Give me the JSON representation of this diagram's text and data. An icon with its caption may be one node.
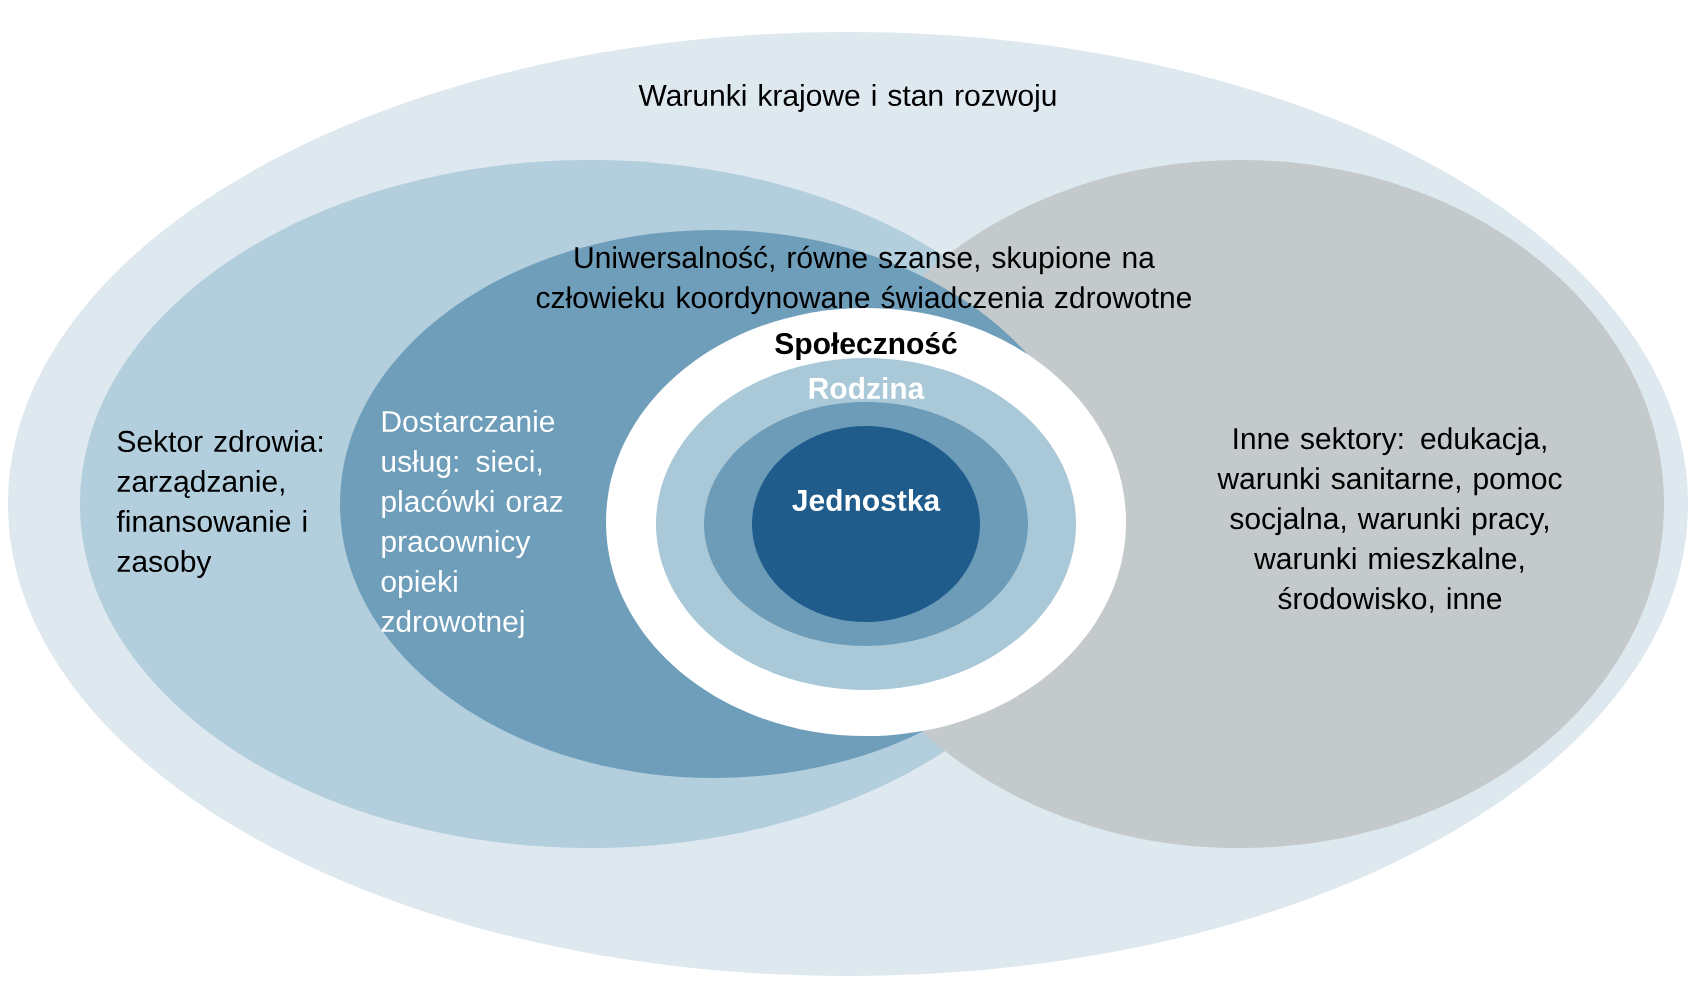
{
  "diagram": {
    "nodes": [
      {
        "text": [
          "Warunki krajowe i stan rozwoju"
        ]
      },
      {
        "text": [
          "Sektor zdrowia: zarządzanie, finansowanie i zasoby"
        ],
        "in": 0
      },
      {
        "text": [
          "Uniwersalność, równe szanse, skupione na człowieku koordynowane świadczenia zdrowotne",
          "Dostarczanie usług: sieci, placówki oraz pracownicy opieki zdrowotnej"
        ],
        "in": 1
      },
      {
        "text": [
          "Inne sektory: edukacja, warunki sanitarne, pomoc socjalna, warunki pracy, warunki mieszkalne, środowisko, inne"
        ],
        "in": 0
      },
      {
        "text": [
          "Społeczność"
        ],
        "in": 1
      },
      {
        "text": [
          "Rodzina"
        ],
        "in": 4
      },
      {
        "text": [
          "Jednostka"
        ],
        "in": 5
      }
    ]
  }
}
